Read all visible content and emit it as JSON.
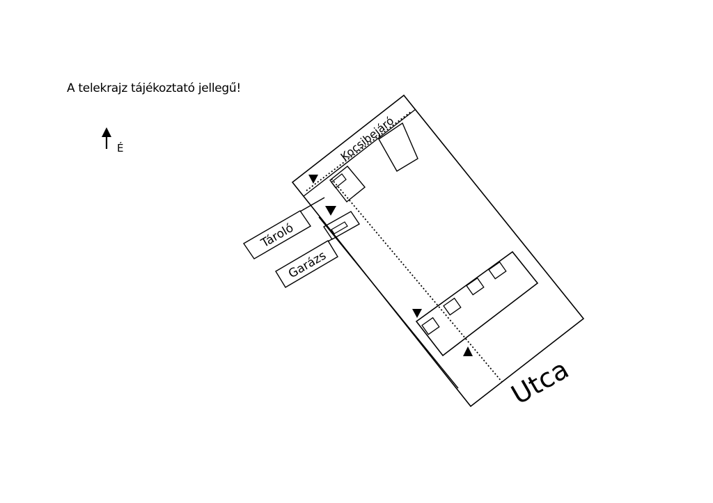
{
  "disclaimer": "A telekrajz tájékoztató jellegű!",
  "north": {
    "label": "É",
    "icon": "north-arrow-icon"
  },
  "labels": {
    "driveway": "Kocsibejáró",
    "storage": "Tároló",
    "garage": "Garázs",
    "street": "Utca"
  },
  "colors": {
    "ink": "#000000",
    "background": "#ffffff"
  }
}
